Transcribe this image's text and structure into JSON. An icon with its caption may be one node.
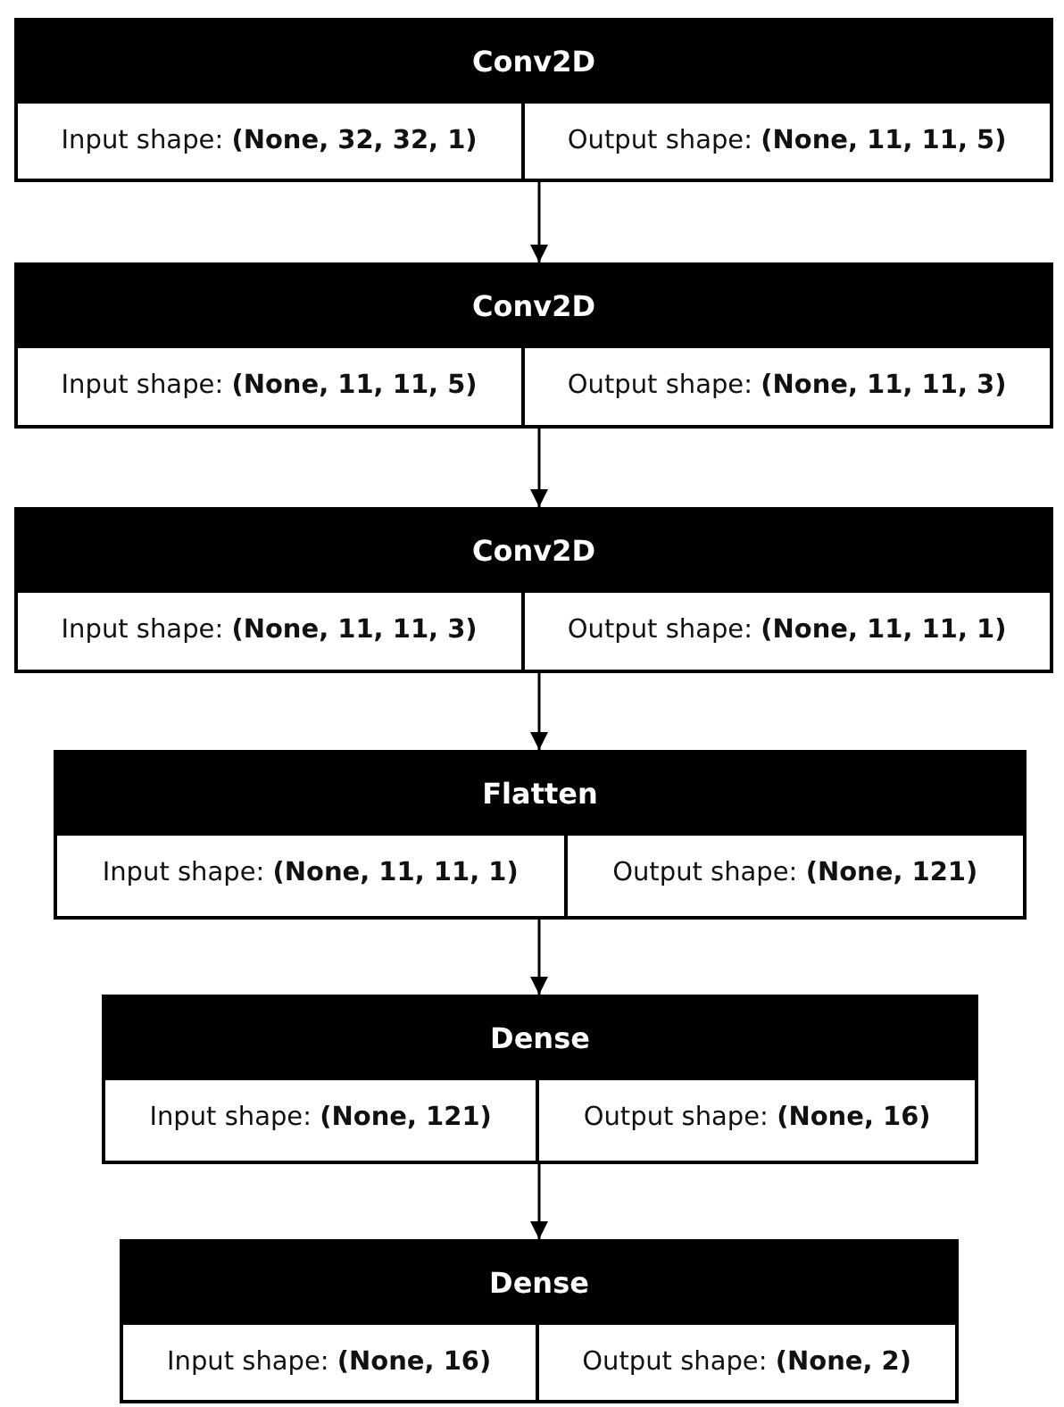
{
  "diagram": {
    "nodes": [
      {
        "text": [
          "Conv2D",
          "Input shape: **(None, 32, 32, 1)**",
          "Output shape: **(None, 11, 11, 5)**"
        ]
      },
      {
        "text": [
          "Conv2D",
          "Input shape: **(None, 11, 11, 5)**",
          "Output shape: **(None, 11, 11, 3)**"
        ]
      },
      {
        "text": [
          "Conv2D",
          "Input shape: **(None, 11, 11, 3)**",
          "Output shape: **(None, 11, 11, 1)**"
        ]
      },
      {
        "text": [
          "Flatten",
          "Input shape: **(None, 11, 11, 1)**",
          "Output shape: **(None, 121)**"
        ]
      },
      {
        "text": [
          "Dense",
          "Input shape: **(None, 121)**",
          "Output shape: **(None, 16)**"
        ]
      },
      {
        "text": [
          "Dense",
          "Input shape: **(None, 16)**",
          "Output shape: **(None, 2)**"
        ]
      }
    ],
    "edges": [
      {
        "from": 0,
        "to": 1,
        "arrow": "to"
      },
      {
        "from": 1,
        "to": 2,
        "arrow": "to"
      },
      {
        "from": 2,
        "to": 3,
        "arrow": "to"
      },
      {
        "from": 3,
        "to": 4,
        "arrow": "to"
      },
      {
        "from": 4,
        "to": 5,
        "arrow": "to"
      }
    ]
  }
}
